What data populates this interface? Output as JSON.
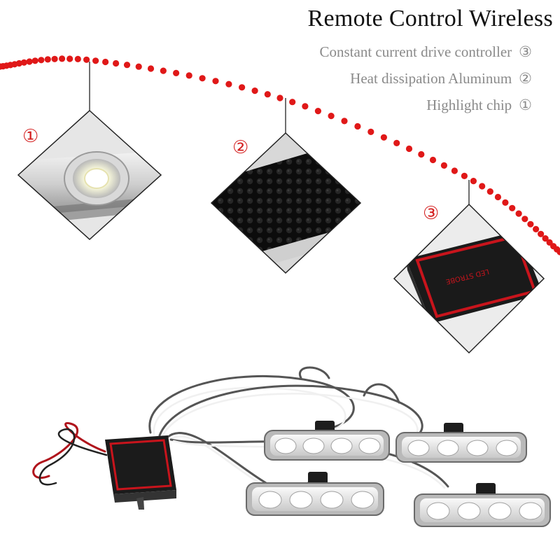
{
  "title": "Remote Control Wireless",
  "features": [
    {
      "label": "Constant current drive controller",
      "marker": "③"
    },
    {
      "label": "Heat dissipation Aluminum",
      "marker": "②"
    },
    {
      "label": "Highlight chip",
      "marker": "①"
    }
  ],
  "callouts": [
    "①",
    "②",
    "③"
  ],
  "controller_print": "LED STROBE",
  "colors": {
    "dots": "#e01818",
    "marker": "#d42020",
    "controller_border": "#c8141c"
  }
}
